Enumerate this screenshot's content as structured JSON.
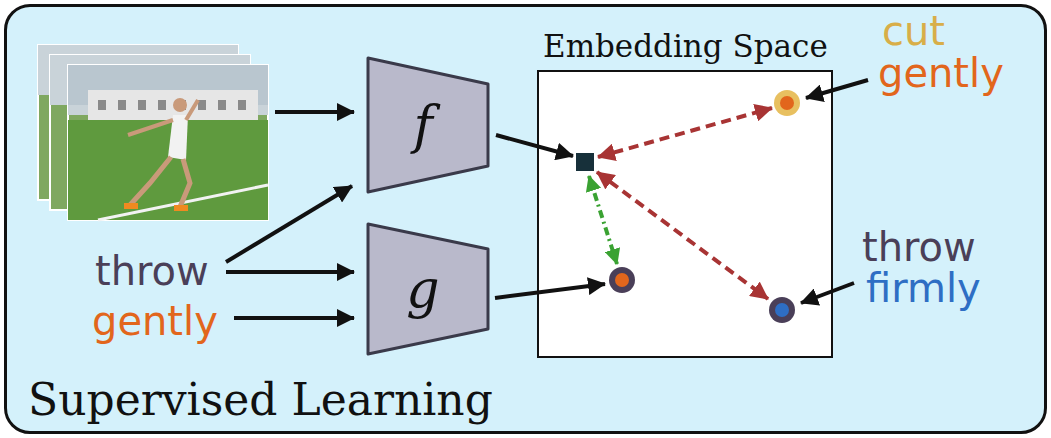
{
  "diagram": {
    "nodes": [
      {
        "text": [
          "Supervised Learning"
        ]
      },
      {
        "text": [
          "f"
        ],
        "in": 0
      },
      {
        "text": [
          "g"
        ],
        "in": 0
      },
      {
        "text": [
          "Embedding Space"
        ],
        "in": 0
      }
    ],
    "labels": [
      "throw",
      "gently",
      "cut",
      "gently",
      "throw",
      "firmly"
    ]
  }
}
